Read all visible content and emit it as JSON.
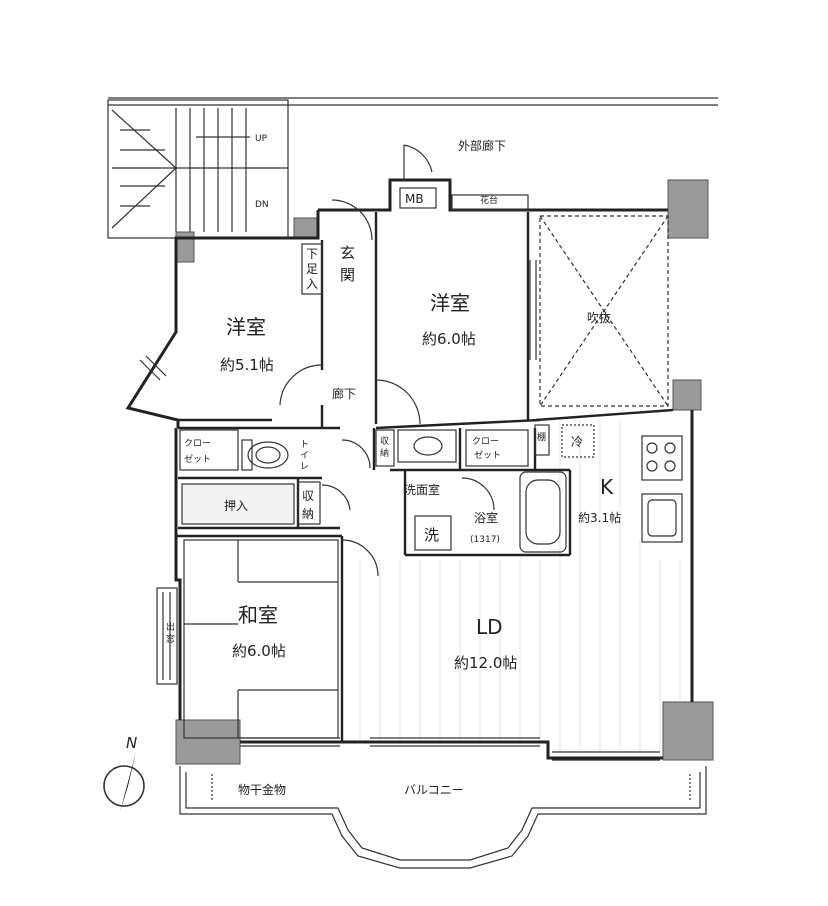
{
  "labels": {
    "up": "UP",
    "dn": "DN",
    "outer_corridor": "外部廊下",
    "mb": "MB",
    "flower_stand": "花台",
    "geta": "下足入",
    "genkan": "玄関",
    "room_nw_name": "洋室",
    "room_nw_size": "約5.1帖",
    "room_n_name": "洋室",
    "room_n_size": "約6.0帖",
    "fukinuke": "吹抜",
    "hallway": "廊下",
    "closet_w": "クローゼット",
    "toilet": "トイレ",
    "storage_small_1": "収納",
    "closet_e": "クローゼット",
    "shelf": "棚",
    "fridge": "冷",
    "oshiire": "押入",
    "storage_2": "収納",
    "senmen": "洗面室",
    "wash": "洗",
    "bath": "浴室",
    "bath_size": "(1317)",
    "kitchen": "K",
    "kitchen_size": "約3.1帖",
    "washitsu": "和室",
    "washitsu_size": "約6.0帖",
    "demado": "出窓",
    "ld": "LD",
    "ld_size": "約12.0帖",
    "monohoshi": "物干金物",
    "balcony": "バルコニー",
    "north": "N"
  }
}
